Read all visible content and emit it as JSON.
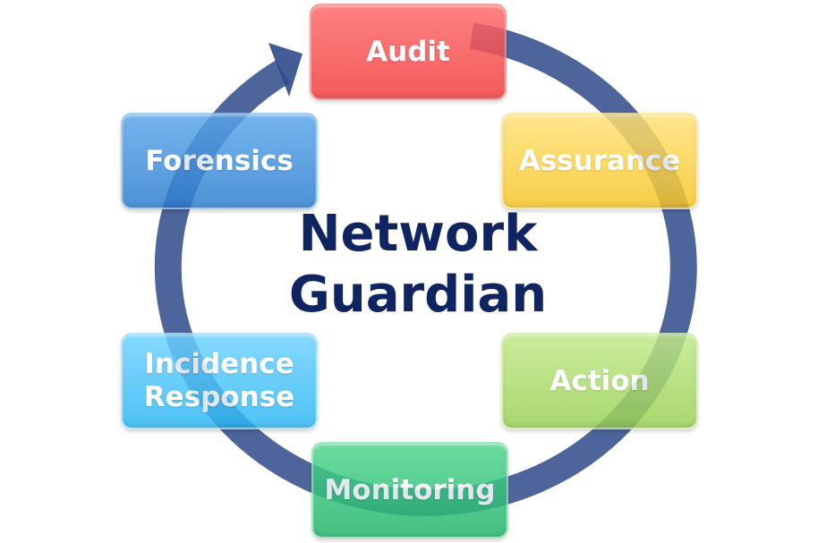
{
  "title_lines": [
    "Network",
    "Guardian"
  ],
  "stages": [
    {
      "name": "audit",
      "label": "Audit",
      "lines": [
        "Audit"
      ],
      "color": "#f23c3c"
    },
    {
      "name": "assurance",
      "label": "Assurance",
      "lines": [
        "Assurance"
      ],
      "color": "#f7c626"
    },
    {
      "name": "action",
      "label": "Action",
      "lines": [
        "Action"
      ],
      "color": "#98d152"
    },
    {
      "name": "monitoring",
      "label": "Monitoring",
      "lines": [
        "Monitoring"
      ],
      "color": "#21b46b"
    },
    {
      "name": "incidence-response",
      "label": "Incidence Response",
      "lines": [
        "Incidence",
        "Response"
      ],
      "color": "#2cb8f4"
    },
    {
      "name": "forensics",
      "label": "Forensics",
      "lines": [
        "Forensics"
      ],
      "color": "#2e7fd0"
    }
  ],
  "cycle_arrow_color": "#2f4a8a",
  "title_color": "#0f2460"
}
